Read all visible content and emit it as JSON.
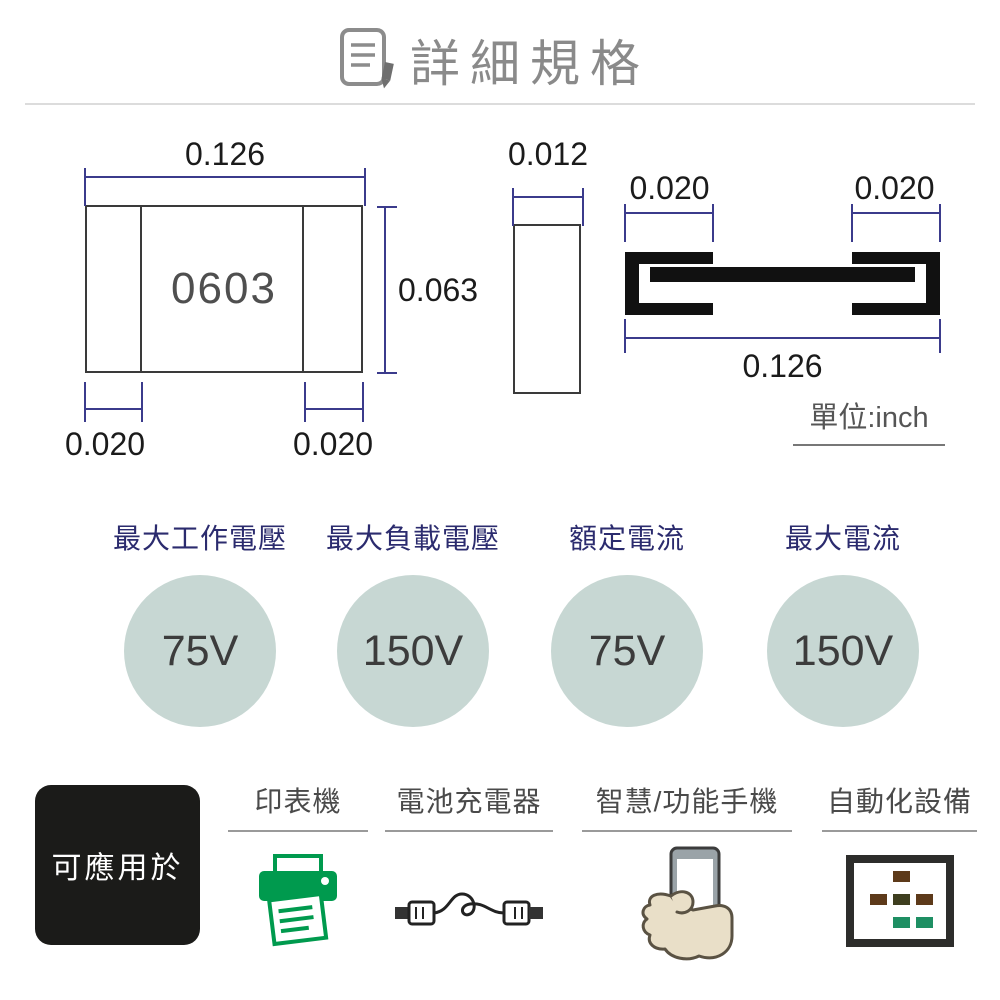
{
  "header": {
    "title": "詳細規格"
  },
  "drawing": {
    "unit_label": "單位:inch",
    "top_view": {
      "body_label": "0603",
      "width": "0.126",
      "height": "0.063",
      "pad_left": "0.020",
      "pad_right": "0.020"
    },
    "side_view": {
      "thickness": "0.012"
    },
    "profile_view": {
      "pad_left": "0.020",
      "pad_right": "0.020",
      "length": "0.126"
    }
  },
  "specs": [
    {
      "label": "最大工作電壓",
      "value": "75V"
    },
    {
      "label": "最大負載電壓",
      "value": "150V"
    },
    {
      "label": "額定電流",
      "value": "75V"
    },
    {
      "label": "最大電流",
      "value": "150V"
    }
  ],
  "applications": {
    "intro": "可應用於",
    "items": [
      {
        "label": "印表機",
        "icon": "printer-icon"
      },
      {
        "label": "電池充電器",
        "icon": "charger-cable-icon"
      },
      {
        "label": "智慧/功能手機",
        "icon": "phone-in-hand-icon"
      },
      {
        "label": "自動化設備",
        "icon": "automation-equipment-icon"
      }
    ]
  },
  "colors": {
    "title_gray": "#8a8a8a",
    "dimension_line": "#3b3b8c",
    "spec_label_navy": "#2b2b6e",
    "circle_bg": "#c7d7d3",
    "printer_green": "#009a4e",
    "dark_box": "#1b1b19"
  }
}
